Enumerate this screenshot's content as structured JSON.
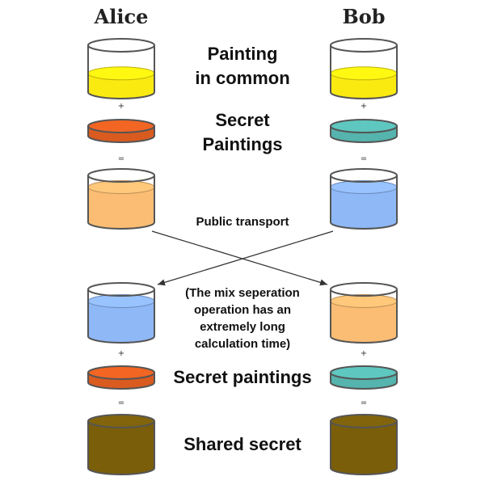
{
  "people": {
    "left": "Alice",
    "right": "Bob"
  },
  "labels": {
    "common_line1": "Painting",
    "common_line2": "in common",
    "secret_line1": "Secret",
    "secret_line2": "Paintings",
    "transport": "Public transport",
    "note_line1": "(The mix seperation",
    "note_line2": "operation has an",
    "note_line3": "extremely long",
    "note_line4": "calculation time)",
    "secret_paintings": "Secret paintings",
    "shared_secret": "Shared secret"
  },
  "operators": {
    "plus": "+",
    "equals": "="
  },
  "colors": {
    "common": "#fbea10",
    "alice_secret": "#f26522",
    "bob_secret": "#5ec8c0",
    "alice_mix": "#fbbd74",
    "bob_mix": "#8fb8f7",
    "shared": "#7a5e0a"
  },
  "containers": [
    {
      "id": "alice-common",
      "side": "left",
      "kind": "cup",
      "fill_level": 0.4,
      "color": "common"
    },
    {
      "id": "bob-common",
      "side": "right",
      "kind": "cup",
      "fill_level": 0.4,
      "color": "common"
    },
    {
      "id": "alice-secret",
      "side": "left",
      "kind": "dish",
      "color": "alice_secret"
    },
    {
      "id": "bob-secret",
      "side": "right",
      "kind": "dish",
      "color": "bob_secret"
    },
    {
      "id": "alice-mix",
      "side": "left",
      "kind": "cup",
      "fill_level": 0.75,
      "color": "alice_mix"
    },
    {
      "id": "bob-mix",
      "side": "right",
      "kind": "cup",
      "fill_level": 0.75,
      "color": "bob_mix"
    },
    {
      "id": "alice-received",
      "side": "left",
      "kind": "cup",
      "fill_level": 0.75,
      "color": "bob_mix"
    },
    {
      "id": "bob-received",
      "side": "right",
      "kind": "cup",
      "fill_level": 0.75,
      "color": "alice_mix"
    },
    {
      "id": "alice-secret-2",
      "side": "left",
      "kind": "dish",
      "color": "alice_secret"
    },
    {
      "id": "bob-secret-2",
      "side": "right",
      "kind": "dish",
      "color": "bob_secret"
    },
    {
      "id": "alice-shared",
      "side": "left",
      "kind": "cup",
      "fill_level": 1.0,
      "color": "shared"
    },
    {
      "id": "bob-shared",
      "side": "right",
      "kind": "cup",
      "fill_level": 1.0,
      "color": "shared"
    }
  ]
}
